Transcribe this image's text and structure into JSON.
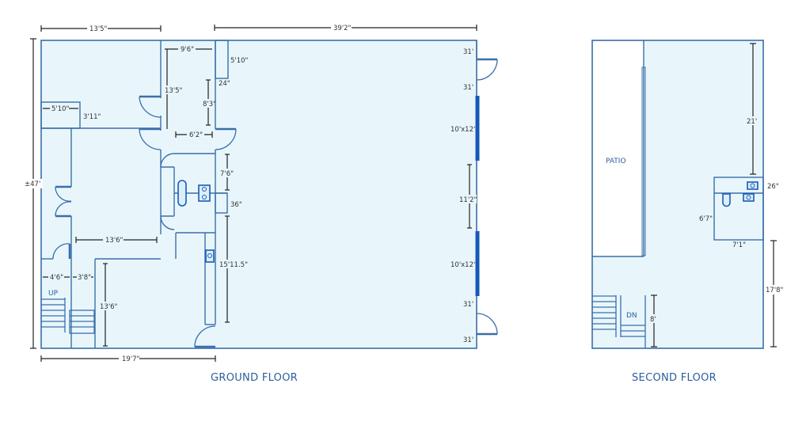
{
  "floors": [
    {
      "title": "GROUND FLOOR",
      "dimensions": {
        "overall_width_left": "13'5\"",
        "overall_width_right": "39'2\"",
        "overall_height": "±47'",
        "bottom_width": "19'7\"",
        "room_top_width": "9'6\"",
        "room_top_height": "13'5\"",
        "closet_height": "5'10\"",
        "closet_width": "24\"",
        "hall_height": "8'3\"",
        "hall_width": "6'2\"",
        "left_closet_width": "5'10\"",
        "left_closet_height": "3'11\"",
        "bath_height": "7'6\"",
        "bath_offset": "36\"",
        "mid_room_width": "13'6\"",
        "kitchen_length": "15'11.5\"",
        "stair_width_a": "4'6\"",
        "stair_width_b": "3'8\"",
        "lower_room_height": "13'6\"",
        "right_door_top_a": "31'",
        "right_door_top_b": "31'",
        "window_top": "10'x12'",
        "window_gap": "11'2\"",
        "window_bottom": "10'x12'",
        "right_door_bottom_a": "31'",
        "right_door_bottom_b": "31'"
      },
      "labels": {
        "stair": "UP"
      }
    },
    {
      "title": "SECOND FLOOR",
      "dimensions": {
        "upper_height": "21'",
        "bath_offset": "26\"",
        "bath_height": "6'7\"",
        "bath_width": "7'1\"",
        "lower_height": "17'8\"",
        "stair_height": "8'"
      },
      "labels": {
        "patio": "PATIO",
        "stair": "DN"
      }
    }
  ],
  "colors": {
    "floor_fill": "#e8f6fc",
    "wall": "#3a6fa8",
    "window": "#1558b8",
    "label": "#2a5e9e"
  }
}
